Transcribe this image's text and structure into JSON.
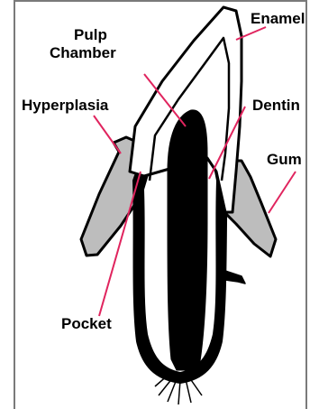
{
  "diagram": {
    "labels": {
      "enamel": "Enamel",
      "pulp_line1": "Pulp",
      "pulp_line2": "Chamber",
      "hyperplasia": "Hyperplasia",
      "dentin": "Dentin",
      "gum": "Gum",
      "pocket": "Pocket"
    },
    "colors": {
      "background": "#ffffff",
      "frame": "#7a7a7a",
      "outline": "#000000",
      "gum_fill": "#bdbdbd",
      "tooth_fill": "#ffffff",
      "pulp_fill": "#000000",
      "leader": "#e0245e"
    }
  }
}
